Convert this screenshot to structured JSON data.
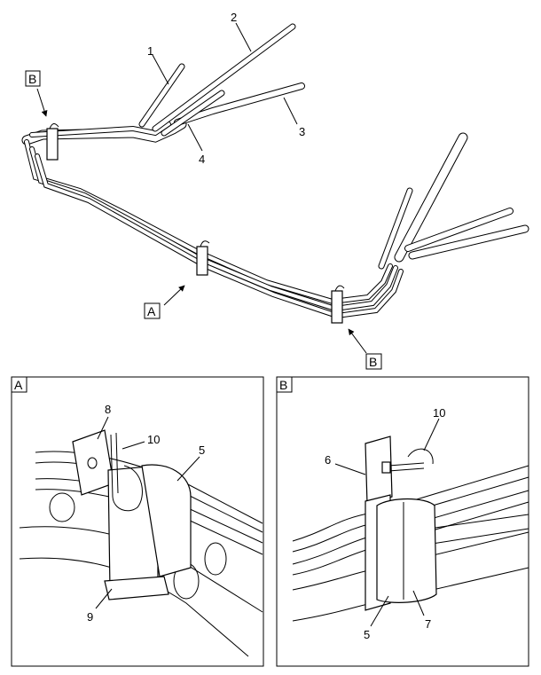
{
  "view_tags": {
    "A": "A",
    "B": "B"
  },
  "main_callouts": {
    "c1": "1",
    "c2": "2",
    "c3": "3",
    "c4": "4"
  },
  "detail_a": {
    "tag": "A",
    "c8": "8",
    "c10": "10",
    "c5": "5",
    "c9": "9"
  },
  "detail_b": {
    "tag": "B",
    "c10": "10",
    "c6": "6",
    "c5": "5",
    "c7": "7"
  }
}
